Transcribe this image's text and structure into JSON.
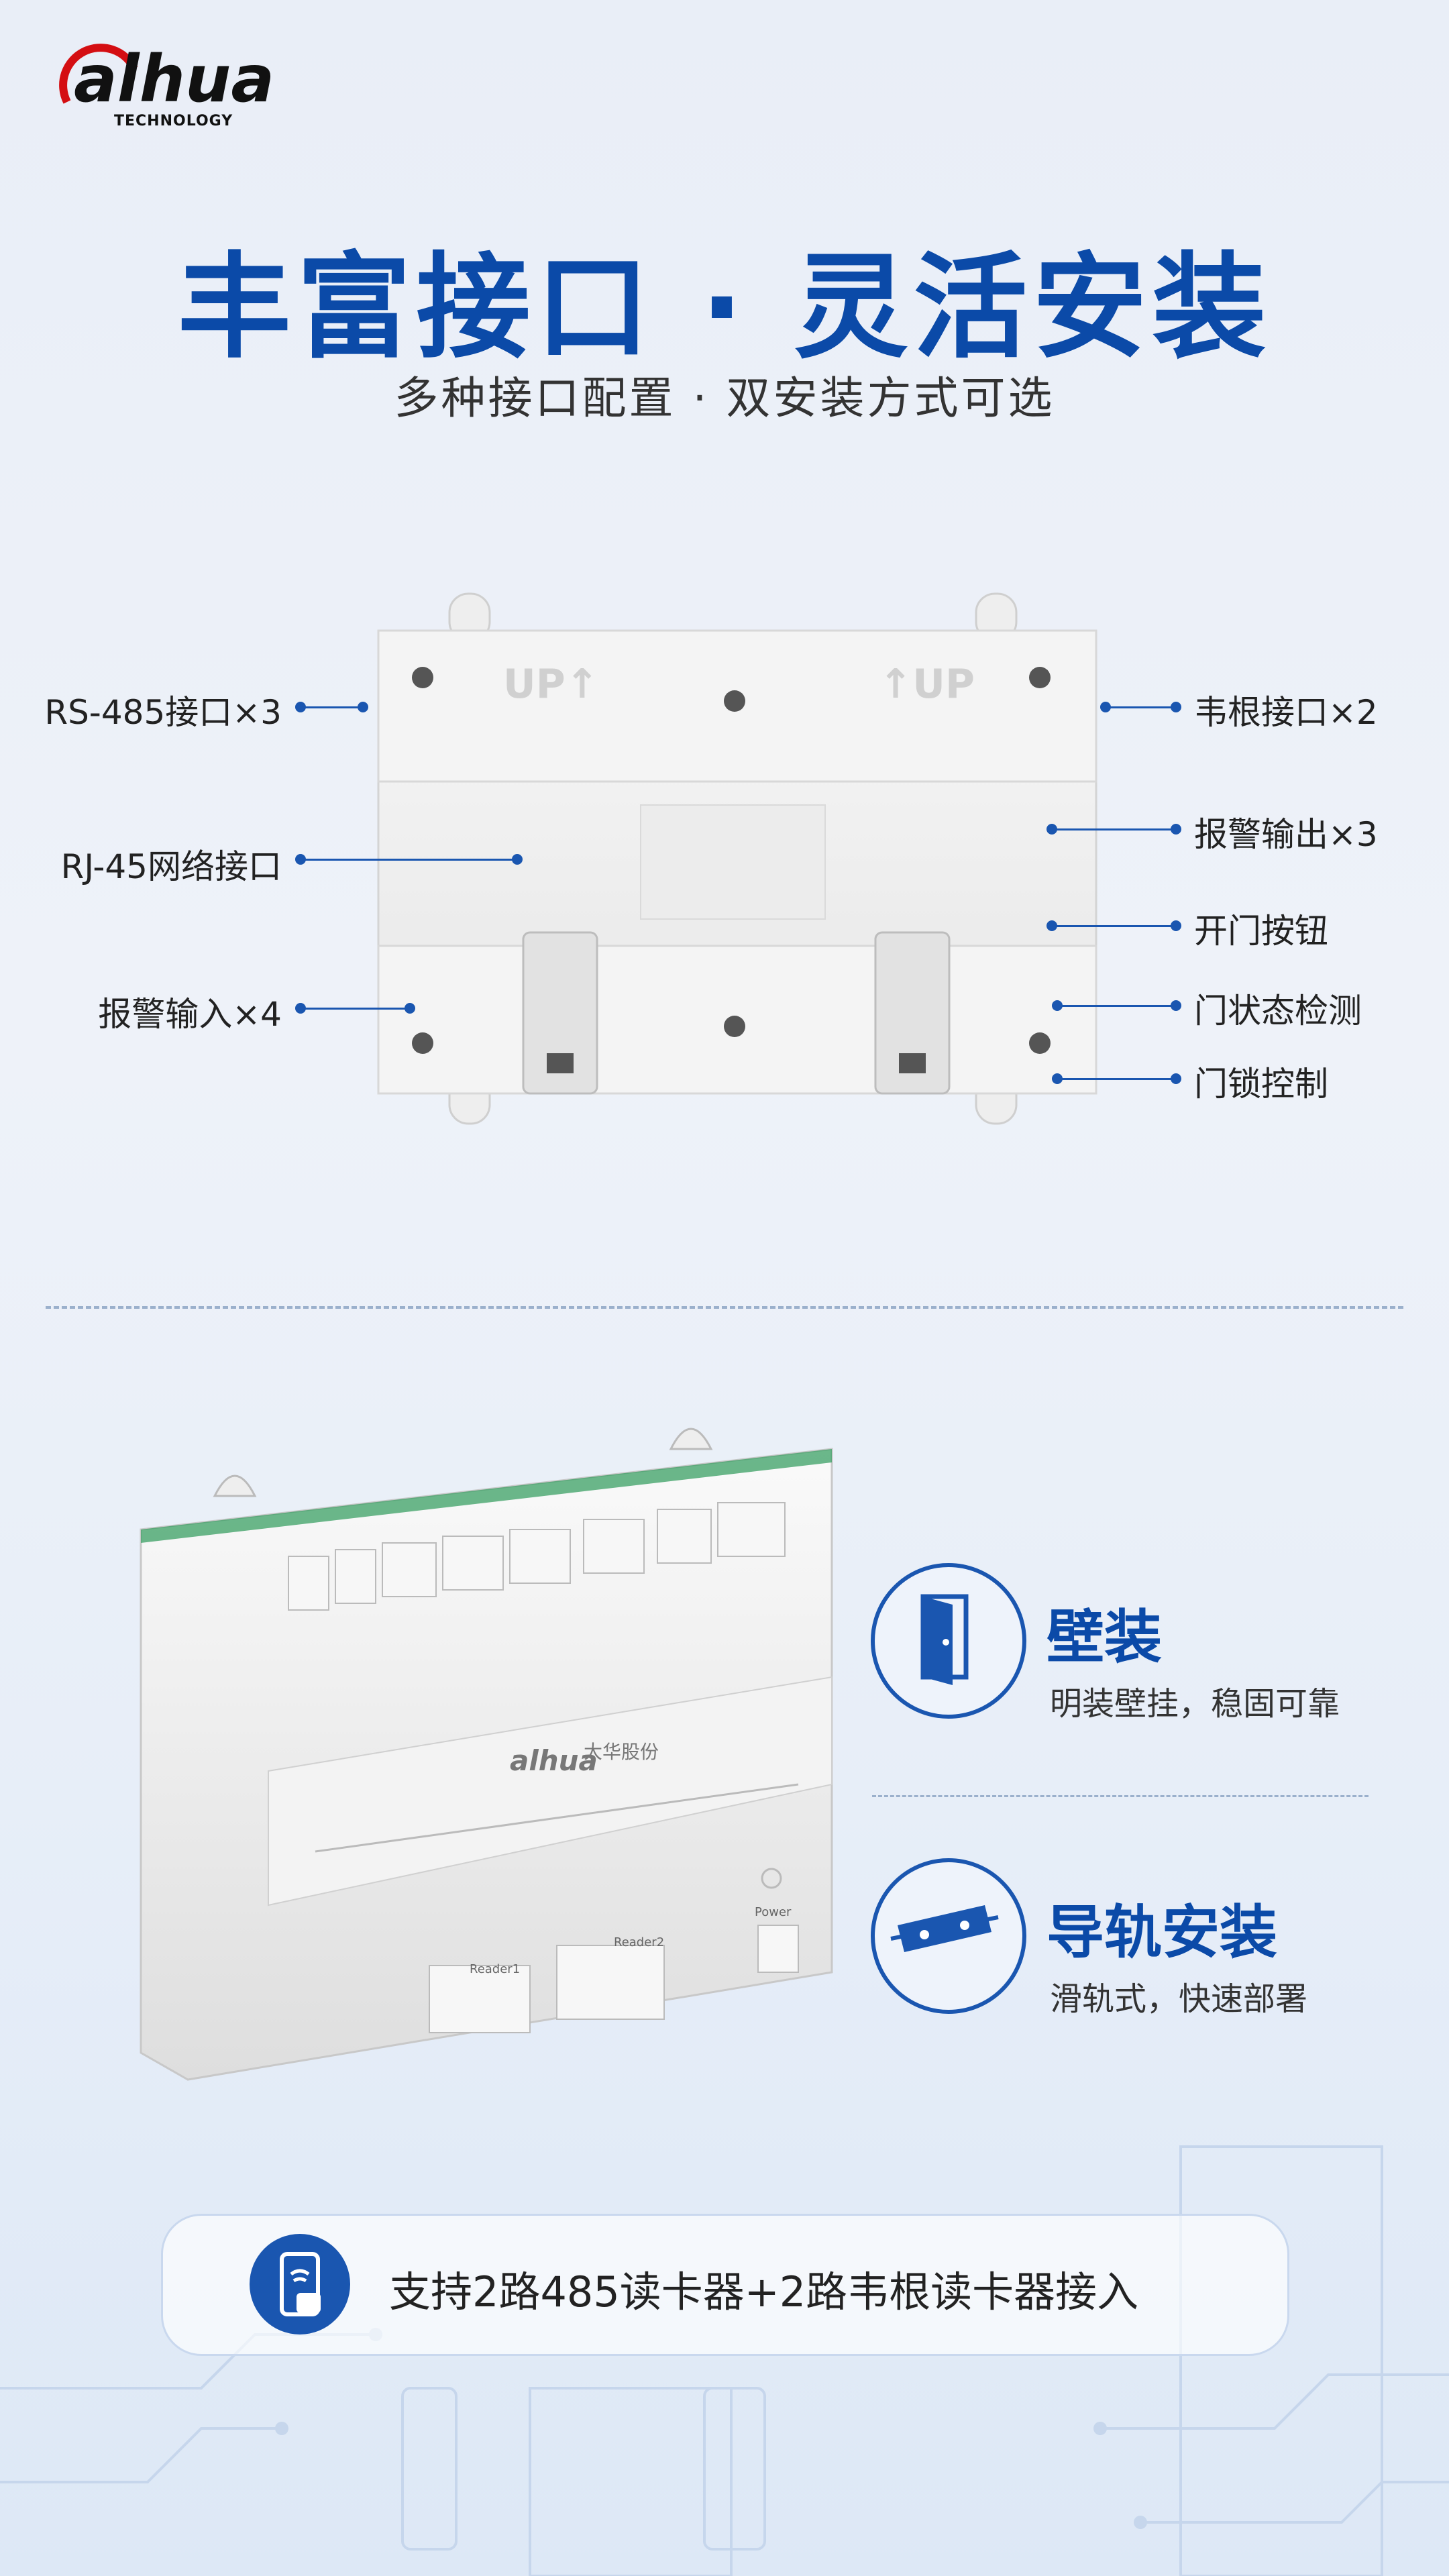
{
  "brand": {
    "name": "alhua",
    "sub": "TECHNOLOGY",
    "color": "#d40e12"
  },
  "header": {
    "title": "丰富接口 · 灵活安装",
    "subtitle": "多种接口配置 · 双安装方式可选"
  },
  "device_top": {
    "label_left": "UP↑",
    "label_right": "↑UP"
  },
  "callouts_left": [
    "RS-485接口×3",
    "RJ-45网络接口",
    "报警输入×4"
  ],
  "callouts_right": [
    "韦根接口×2",
    "报警输出×3",
    "开门按钮",
    "门状态检测",
    "门锁控制"
  ],
  "device_bottom": {
    "brand": "alhua",
    "brand_cn": "大华股份",
    "reader1": "Reader1",
    "reader2": "Reader2",
    "power": "Power"
  },
  "features": [
    {
      "title": "壁装",
      "desc": "明装壁挂，稳固可靠",
      "icon": "door-icon"
    },
    {
      "title": "导轨安装",
      "desc": "滑轨式，快速部署",
      "icon": "rail-icon"
    }
  ],
  "bottom_bar": {
    "text": "支持2路485读卡器+2路韦根读卡器接入",
    "icon": "card-reader-icon"
  },
  "colors": {
    "accent": "#0b4aa8",
    "line": "#1a56b0"
  }
}
